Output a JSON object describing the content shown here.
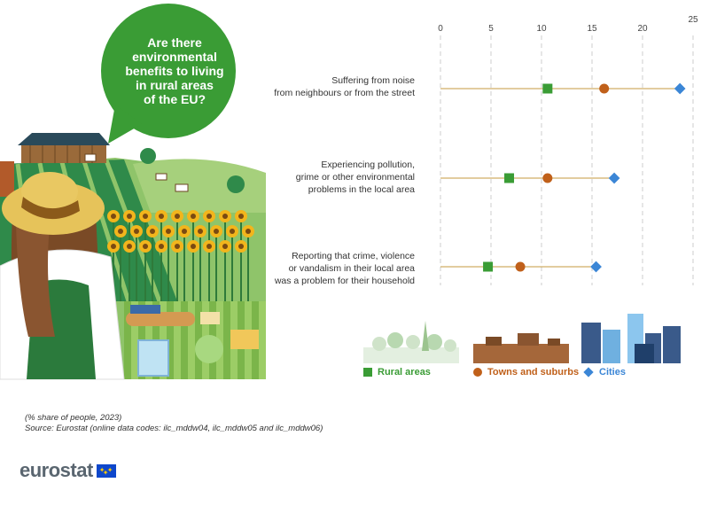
{
  "bubble": {
    "line1": "Are there",
    "line2": "environmental",
    "line3": "benefits to living",
    "line4": "in rural areas",
    "line5": "of the EU?"
  },
  "chart_data": {
    "type": "dot",
    "xlim": [
      0,
      25
    ],
    "x_ticks": [
      "0",
      "5",
      "10",
      "15",
      "20",
      "25"
    ],
    "categories": [
      [
        "Suffering from noise",
        "from neighbours or from the street"
      ],
      [
        "Experiencing pollution,",
        "grime or other environmental",
        "problems in the local area"
      ],
      [
        "Reporting that crime, violence",
        "or vandalism in their local area",
        "was a problem for their household"
      ]
    ],
    "series": [
      {
        "name": "Rural areas",
        "marker": "square",
        "color": "#3a9c35",
        "values": [
          10.6,
          6.8,
          4.7
        ]
      },
      {
        "name": "Towns and suburbs",
        "marker": "circle",
        "color": "#c0601a",
        "values": [
          16.2,
          10.6,
          7.9
        ]
      },
      {
        "name": "Cities",
        "marker": "diamond",
        "color": "#3b86d6",
        "values": [
          23.7,
          17.2,
          15.4
        ]
      }
    ],
    "grid": true,
    "legend_position": "bottom"
  },
  "colors": {
    "connector": "#c59a3f",
    "grid": "#cccccc",
    "rural": "#3a9c35",
    "towns": "#c0601a",
    "cities": "#3b86d6",
    "bubble": "#3a9c35"
  },
  "notes": {
    "unit": "(% share of people, 2023)",
    "source": "Source: Eurostat (online data codes: ilc_mddw04, ilc_mddw05 and ilc_mddw06)"
  },
  "logo": {
    "text": "eurostat"
  }
}
